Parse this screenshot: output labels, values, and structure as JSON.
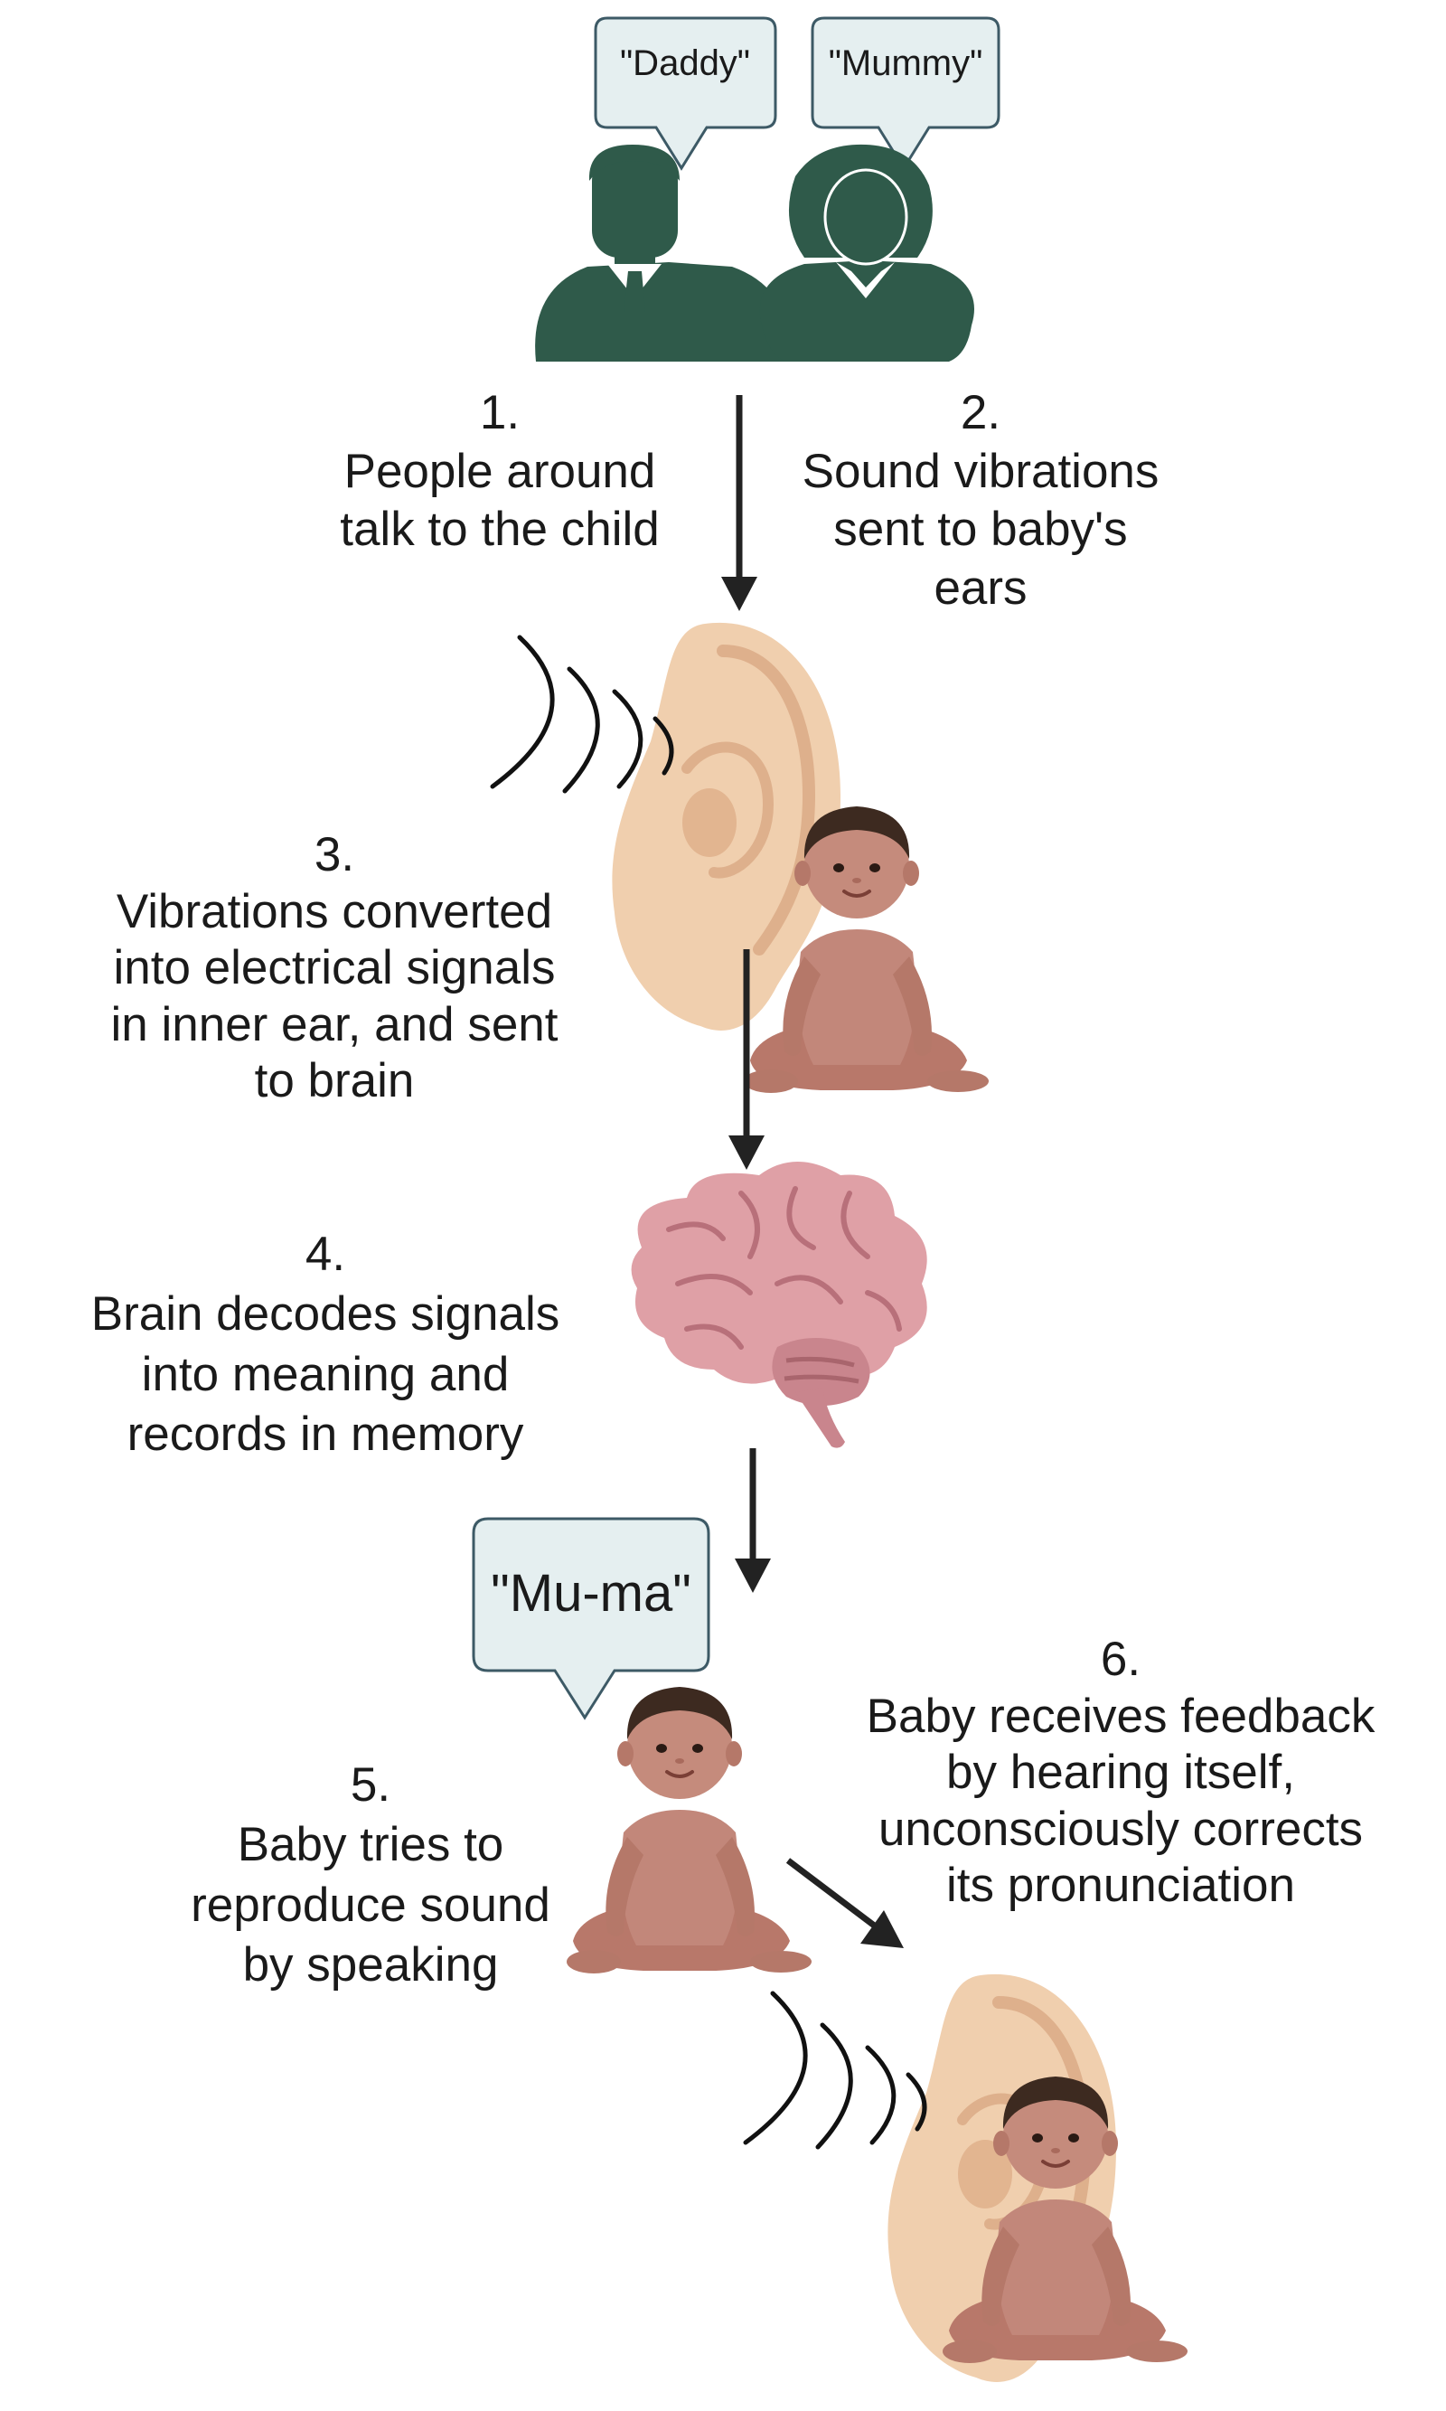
{
  "speech": {
    "father": "\"Daddy\"",
    "mother": "\"Mummy\"",
    "baby": "\"Mu-ma\""
  },
  "steps": [
    {
      "number": "1.",
      "lines": [
        "People around",
        "talk to the child"
      ]
    },
    {
      "number": "2.",
      "lines": [
        "Sound vibrations",
        "sent to baby's",
        "ears"
      ]
    },
    {
      "number": "3.",
      "lines": [
        "Vibrations converted",
        "into electrical signals",
        "in inner ear, and sent",
        "to brain"
      ]
    },
    {
      "number": "4.",
      "lines": [
        "Brain decodes signals",
        "into meaning and",
        "records in memory"
      ]
    },
    {
      "number": "5.",
      "lines": [
        "Baby tries to",
        "reproduce sound",
        "by speaking"
      ]
    },
    {
      "number": "6.",
      "lines": [
        "Baby receives feedback",
        "by hearing itself,",
        "unconsciously corrects",
        "its pronunciation"
      ]
    }
  ],
  "colors": {
    "parent": "#2f5a4a",
    "bubble_fill": "#e5eff0",
    "bubble_stroke": "#3d5a66",
    "ear": "#f0cfae",
    "skin": "#c2877a",
    "hair": "#3d2a20",
    "brain": "#dfa0a6",
    "arrow": "#222222"
  }
}
